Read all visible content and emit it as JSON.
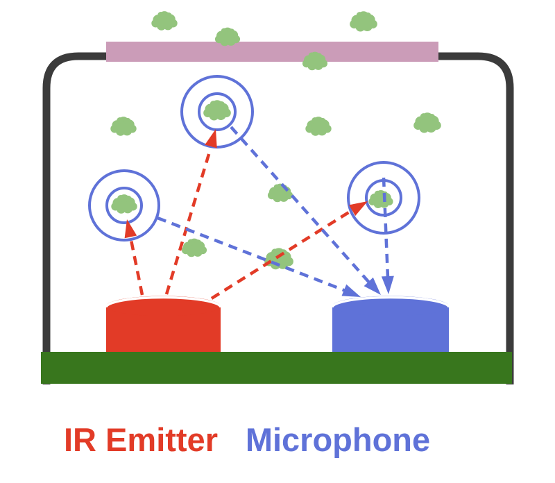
{
  "labels": {
    "ir_emitter": "IR Emitter",
    "microphone": "Microphone"
  },
  "colors": {
    "ir_red": "#e23b27",
    "mic_blue": "#5f72d8",
    "particle_green": "#93c47d",
    "floor_green": "#38761d",
    "lid_pink": "#cb9cb8",
    "wall_dark": "#3b3b3b",
    "background": "#ffffff"
  },
  "figure": {
    "particle_count": 13,
    "highlighted_particle_count": 3,
    "ir_ray_count": 3,
    "scattered_path_count": 3
  }
}
